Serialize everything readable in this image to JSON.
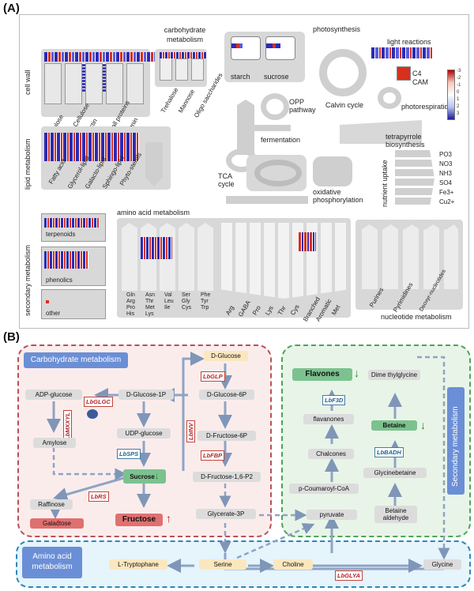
{
  "panel_a": {
    "label": "(A)",
    "categories": {
      "cell_wall": "cell wall",
      "carbohydrate": "carbohydrate metabolism",
      "photosynthesis": "photosynthesis",
      "light_reactions": "light reactions",
      "c4": "C4",
      "cam": "CAM",
      "calvin": "Calvin cycle",
      "photorespiration": "photorespiration",
      "starch": "starch",
      "sucrose": "sucrose",
      "opp": "OPP pathway",
      "fermentation": "fermentation",
      "tetrapyrrole": "tetrapyrrole biosynthesis",
      "lipid": "lipid metabolism",
      "tca": "TCA cycle",
      "oxphos": "oxidative phosphorylation",
      "nutrient": "nutrient uptake",
      "amino": "amino acid metabolism",
      "secondary": "secondary metabolism",
      "terpenoids": "terpenoids",
      "phenolics": "phenolics",
      "other": "other",
      "nucleotide": "nucleotide metabolism"
    },
    "cell_wall_items": [
      "Cellulose",
      "Hemi-Cellulose",
      "Pectin",
      "Cell wall proteins",
      "Lignin"
    ],
    "carb_items": [
      "Trehalose",
      "Mannose",
      "Oligo saccharides"
    ],
    "lipid_items": [
      "Fatty acid",
      "Glycerol-lipid",
      "Galacto-lipid",
      "Sphingo-lipid",
      "Phyto-sterols"
    ],
    "amino_groups": [
      [
        "Gln",
        "Arg",
        "Pro",
        "His"
      ],
      [
        "Asn",
        "Thr",
        "Met",
        "Lys"
      ],
      [
        "Val",
        "Leu",
        "Ile"
      ],
      [
        "Ser",
        "Gly",
        "Cys"
      ],
      [
        "Phe",
        "Tyr",
        "Trp"
      ]
    ],
    "amino_degradation": [
      "Arg",
      "GABA",
      "Pro",
      "Lys",
      "Thr",
      "Cys",
      "Branched",
      "Aromatic",
      "Met"
    ],
    "nucleotide_items": [
      "Purines",
      "Pyrimidines",
      "Deoxyr-nucleotides"
    ],
    "nutrients": [
      "PO3",
      "NO3",
      "NH3",
      "SO4",
      "Fe3+",
      "Cu2+"
    ],
    "legend": [
      "-3",
      "-2",
      "-1",
      "0",
      "1",
      "2",
      "3"
    ],
    "colors": {
      "up": "#d7301f",
      "down": "#2b2bb3",
      "neutral": "#c8c8c8"
    }
  },
  "panel_b": {
    "label": "(B)",
    "regions": {
      "carbohydrate": "Carbohydrate metabolism",
      "secondary": "Secondary metabolism",
      "amino": "Amino acid metabolism"
    },
    "nodes": {
      "d_glucose": "D-Glucose",
      "adp_glucose": "ADP-glucose",
      "d_glucose_1p": "D-Glucose-1P",
      "d_glucose_6p": "D-Glucose-6P",
      "amylose": "Amylose",
      "udp_glucose": "UDP-glucose",
      "d_fructose_6p": "D-Fructose-6P",
      "sucrose": "Sucrose",
      "d_fructose_16p2": "D-Fructose-1,6-P2",
      "raffinose": "Raffinose",
      "galactose": "Galactose",
      "fructose": "Fructose",
      "glycerate_3p": "Glycerate-3P",
      "pyruvate": "pyruvate",
      "flavones": "Flavones",
      "dimethylglycine": "Dime thylglycine",
      "flavanones": "flavanones",
      "betaine": "Betaine",
      "chalcones": "Chalcones",
      "glycinebetaine": "Glycinebetaine",
      "p_coumaroyl": "p-Coumaroyl-CoA",
      "betaine_aldehyde": "Betaine aldehyde",
      "l_tryptophane": "L-Tryptophane",
      "serine": "Serine",
      "choline": "Choline",
      "glycine": "Glycine"
    },
    "enzymes": {
      "lbglp": "LbGLP",
      "lbglgc": "LbGLGC",
      "lbmxxyl": "LbMXXYL",
      "lbinv": "LbINV",
      "lbsps": "LbSPS",
      "lbfbp": "LbFBP",
      "lbrs": "LbRS",
      "lbf3d": "LbF3D",
      "lbbadh": "LbBADH",
      "lbglya": "LbGLYA"
    },
    "trend_symbols": {
      "up": "↑",
      "down": "↓"
    }
  }
}
